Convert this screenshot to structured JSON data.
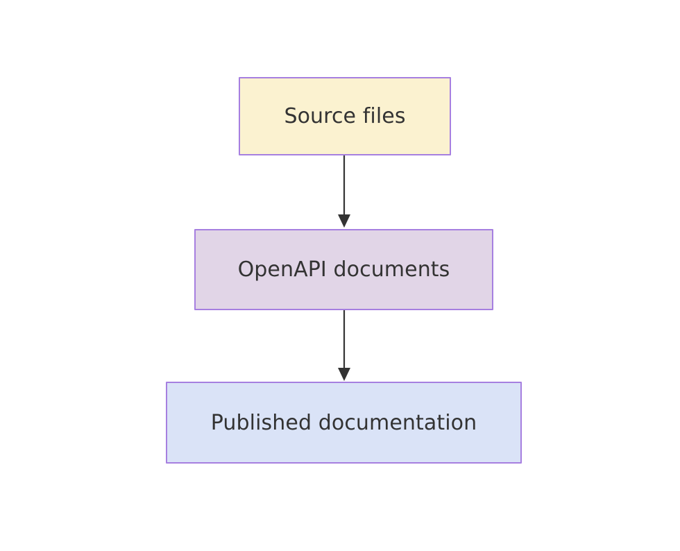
{
  "diagram": {
    "type": "flowchart",
    "direction": "top-to-bottom",
    "background_color": "#ffffff",
    "nodes": [
      {
        "id": "source-files",
        "label": "Source files",
        "fill_color": "#fbf2d0",
        "border_color": "#a67fe0",
        "text_color": "#333333"
      },
      {
        "id": "openapi-documents",
        "label": "OpenAPI documents",
        "fill_color": "#e1d5e7",
        "border_color": "#a67fe0",
        "text_color": "#333333"
      },
      {
        "id": "published-documentation",
        "label": "Published documentation",
        "fill_color": "#dae3f7",
        "border_color": "#a67fe0",
        "text_color": "#333333"
      }
    ],
    "edges": [
      {
        "id": "edge-source-to-openapi",
        "from": "source-files",
        "to": "openapi-documents",
        "label": "",
        "color": "#333333",
        "arrowhead": "filled-triangle"
      },
      {
        "id": "edge-openapi-to-published",
        "from": "openapi-documents",
        "to": "published-documentation",
        "label": "",
        "color": "#333333",
        "arrowhead": "filled-triangle"
      }
    ]
  }
}
